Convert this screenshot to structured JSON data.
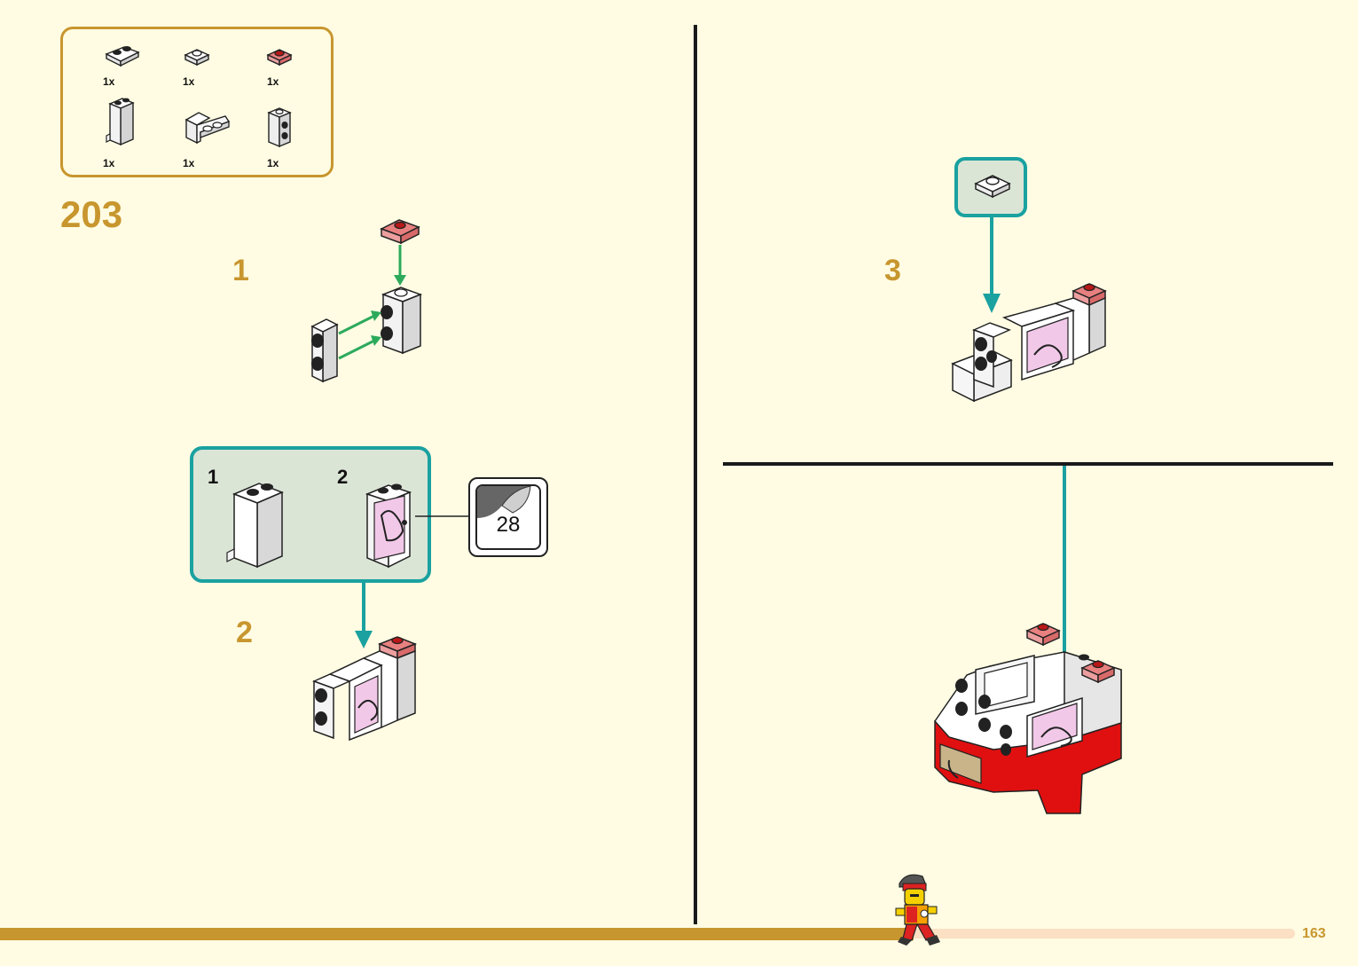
{
  "parts_list": {
    "items": [
      {
        "qty": "1x",
        "icon": "plate-1x2-white-icon"
      },
      {
        "qty": "1x",
        "icon": "plate-1x1-white-icon"
      },
      {
        "qty": "1x",
        "icon": "plate-1x1-trans-red-icon"
      },
      {
        "qty": "1x",
        "icon": "panel-1x2x3-white-icon"
      },
      {
        "qty": "1x",
        "icon": "bracket-1x2-white-icon"
      },
      {
        "qty": "1x",
        "icon": "brick-1x1-studs-side-icon"
      }
    ]
  },
  "step": {
    "number": "203"
  },
  "substeps": {
    "s1": "1",
    "s2": "2",
    "s3": "3"
  },
  "callout": {
    "item1": "1",
    "item2": "2"
  },
  "sticker_ref": {
    "page": "28"
  },
  "footer": {
    "page_number": "163"
  },
  "colors": {
    "gold": "#c8962e",
    "teal": "#1aa1a0",
    "arrow_green": "#2caa5c",
    "trans_red": "#e07070",
    "red": "#e01010",
    "pink": "#f2c8e8",
    "background": "#fffce3"
  }
}
